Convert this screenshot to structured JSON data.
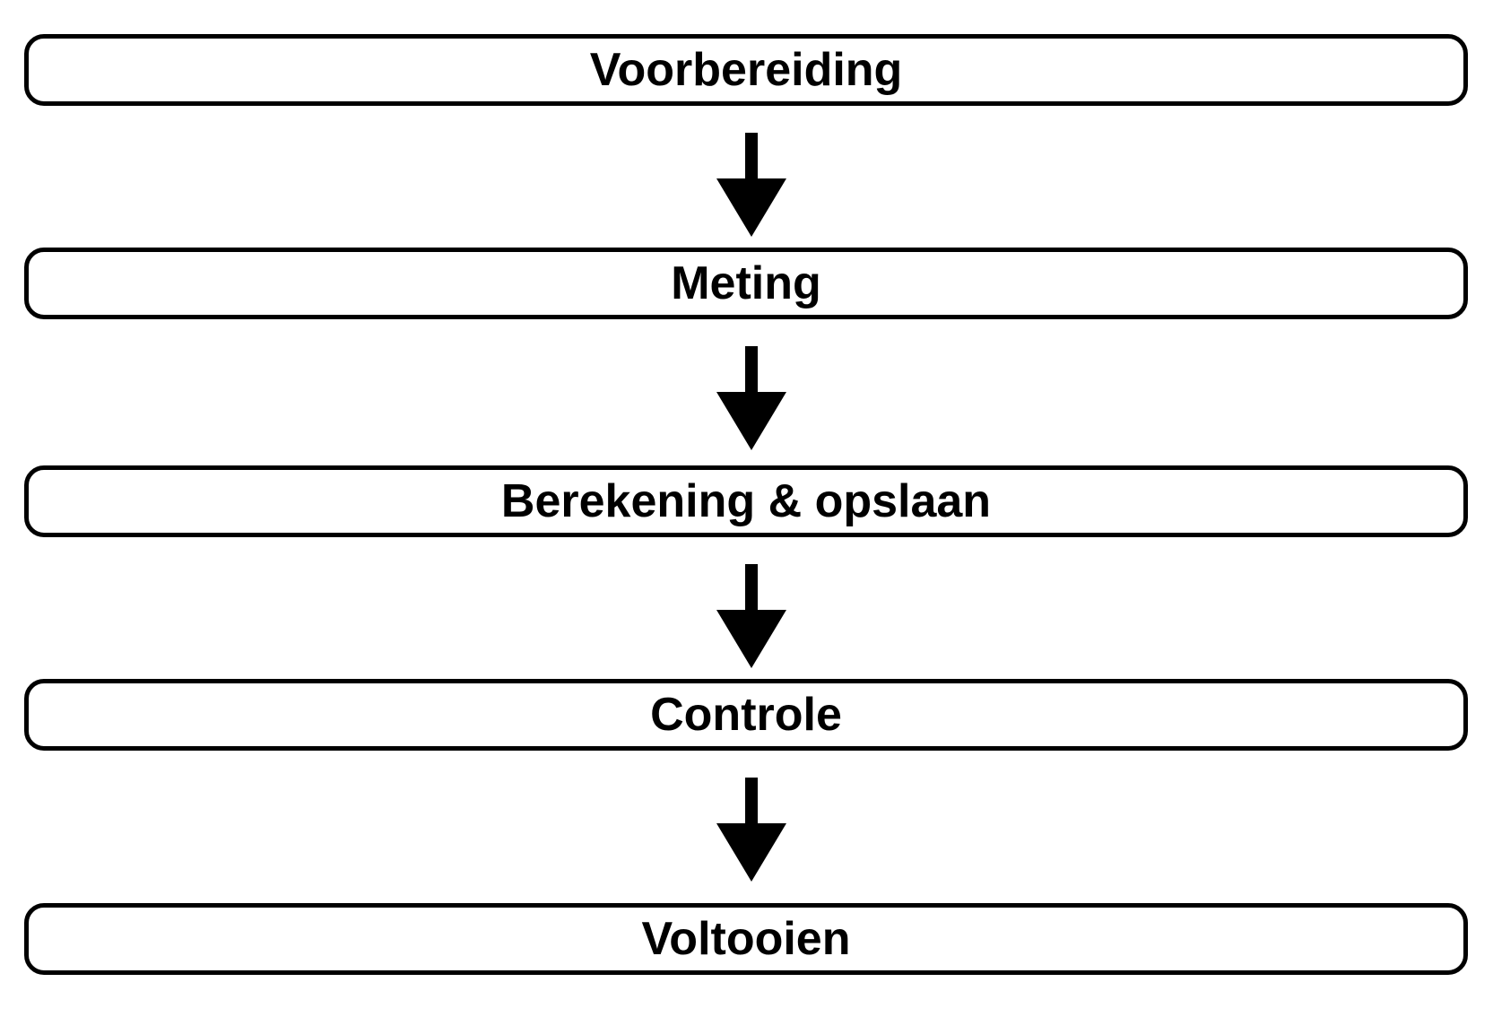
{
  "flow": {
    "steps": [
      {
        "label": "Voorbereiding"
      },
      {
        "label": "Meting"
      },
      {
        "label": "Berekening & opslaan"
      },
      {
        "label": "Controle"
      },
      {
        "label": "Voltooien"
      }
    ]
  },
  "colors": {
    "stroke": "#000000",
    "fill": "#ffffff",
    "text": "#000000"
  },
  "icons": {
    "connector": "arrow-down-icon"
  }
}
